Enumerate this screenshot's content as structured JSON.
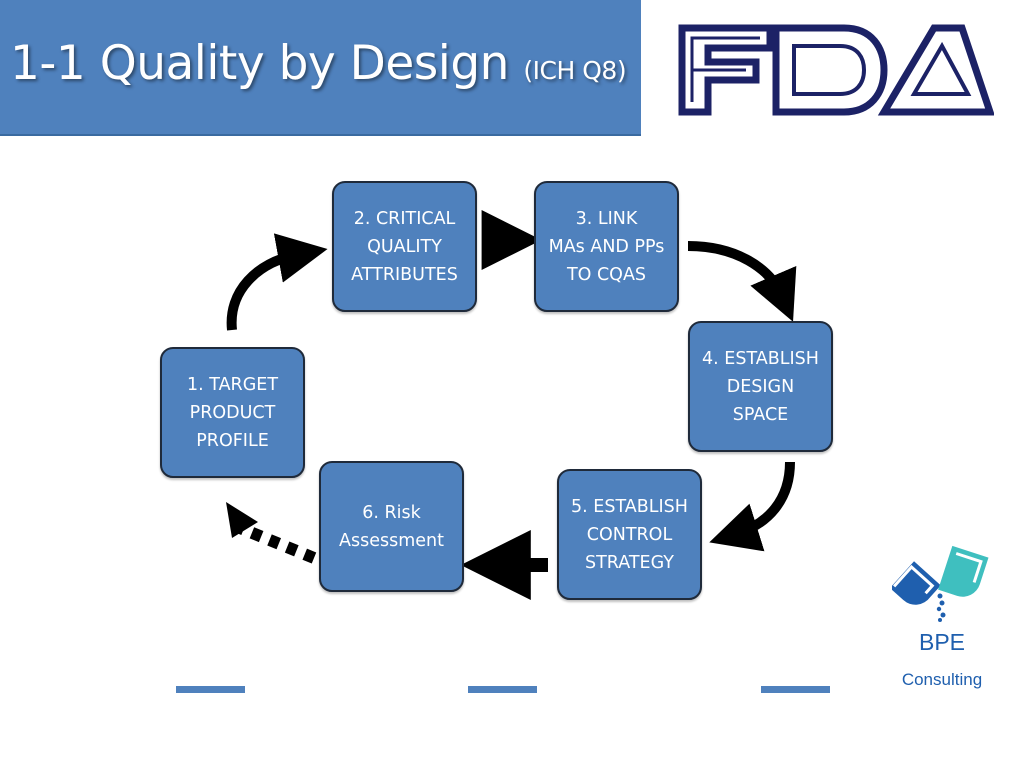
{
  "header": {
    "title": "1-1 Quality by Design",
    "title_suffix": "(ICH Q8)"
  },
  "logos": {
    "fda": "FDA",
    "bpe_name": "BPE",
    "bpe_sub": "Consulting"
  },
  "steps": [
    {
      "label": "1. TARGET\nPRODUCT\nPROFILE"
    },
    {
      "label": "2. CRITICAL\nQUALITY\nATTRIBUTES"
    },
    {
      "label": "3. LINK\nMAs AND PPs\nTO CQAS"
    },
    {
      "label": "4. ESTABLISH\nDESIGN\nSPACE"
    },
    {
      "label": "5. ESTABLISH\nCONTROL\nSTRATEGY"
    },
    {
      "label": "6. Risk\nAssessment"
    }
  ],
  "colors": {
    "banner": "#4f81bd",
    "box_fill": "#4f81bd",
    "fda_navy": "#1c2266",
    "arrow": "#000000",
    "bpe_blue": "#1f5fae",
    "bpe_teal": "#3fbfbf"
  }
}
